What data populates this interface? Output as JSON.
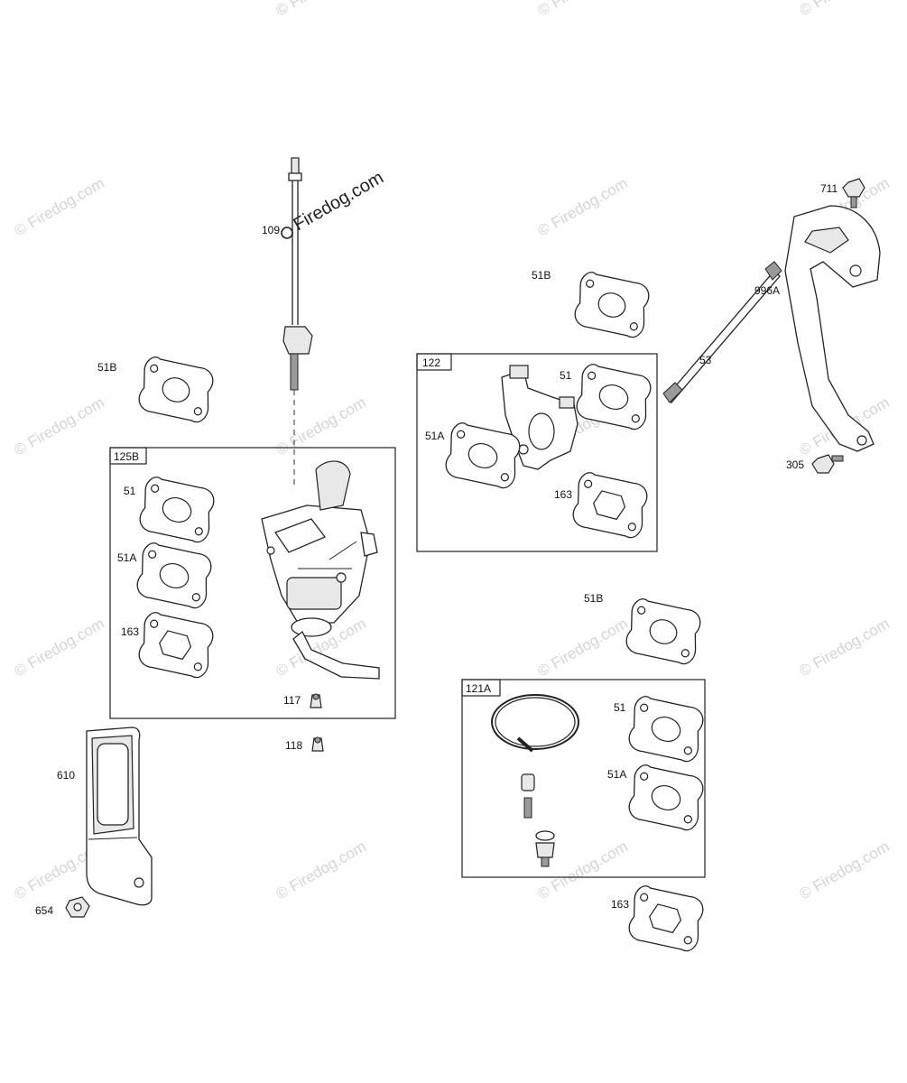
{
  "watermark": {
    "text": "© Firedog.com",
    "prominent_text": "Firedog.com"
  },
  "labels": {
    "dipstick": "109",
    "gasket_51b_left": "51B",
    "gasket_51b_top": "51B",
    "gasket_51b_right": "51B",
    "stud": "53",
    "bracket": "996A",
    "screw_top": "711",
    "screw_bottom": "305",
    "air_filter": "610",
    "nut": "654",
    "clip_117": "117",
    "clip_118": "118",
    "box_125b": {
      "title": "125B",
      "gasket_51": "51",
      "gasket_51a": "51A",
      "gasket_163": "163"
    },
    "box_122": {
      "title": "122",
      "gasket_51": "51",
      "gasket_51a": "51A",
      "gasket_163": "163"
    },
    "box_121a": {
      "title": "121A",
      "gasket_51": "51",
      "gasket_51a": "51A"
    },
    "gasket_163_bottom": "163"
  },
  "colors": {
    "line": "#222222",
    "watermark": "#d4d4d4"
  }
}
